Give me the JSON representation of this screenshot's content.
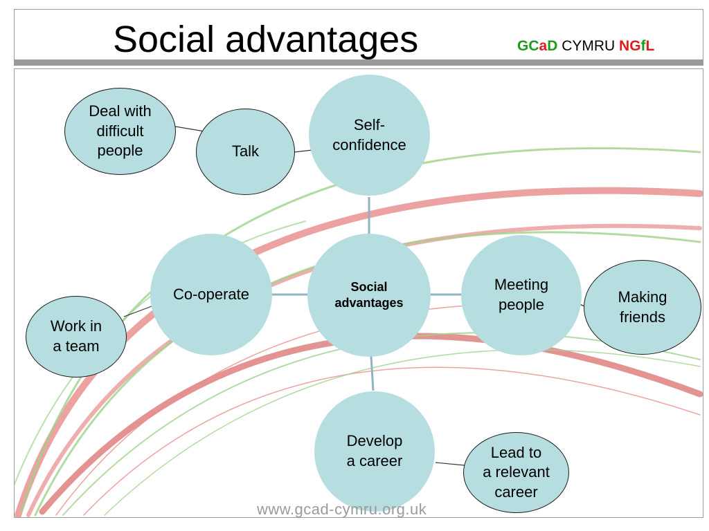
{
  "header": {
    "title": "Social advantages",
    "brand": {
      "p1": "GC",
      "p2": "a",
      "p3": "D",
      "p4": " CYMRU ",
      "p5": "NG",
      "p6": "f",
      "p7": "L"
    }
  },
  "diagram": {
    "center": "Social\nadvantages",
    "self_confidence": "Self-\nconfidence",
    "co_operate": "Co-operate",
    "meeting_people": "Meeting\npeople",
    "develop_career": "Develop\na career",
    "talk": "Talk",
    "deal_with_difficult_people": "Deal with\ndifficult\npeople",
    "work_in_team": "Work in\na team",
    "making_friends": "Making\nfriends",
    "lead_to_career": "Lead to\na relevant\ncareer"
  },
  "footer": {
    "website": "www.gcad-cymru.org.uk"
  }
}
